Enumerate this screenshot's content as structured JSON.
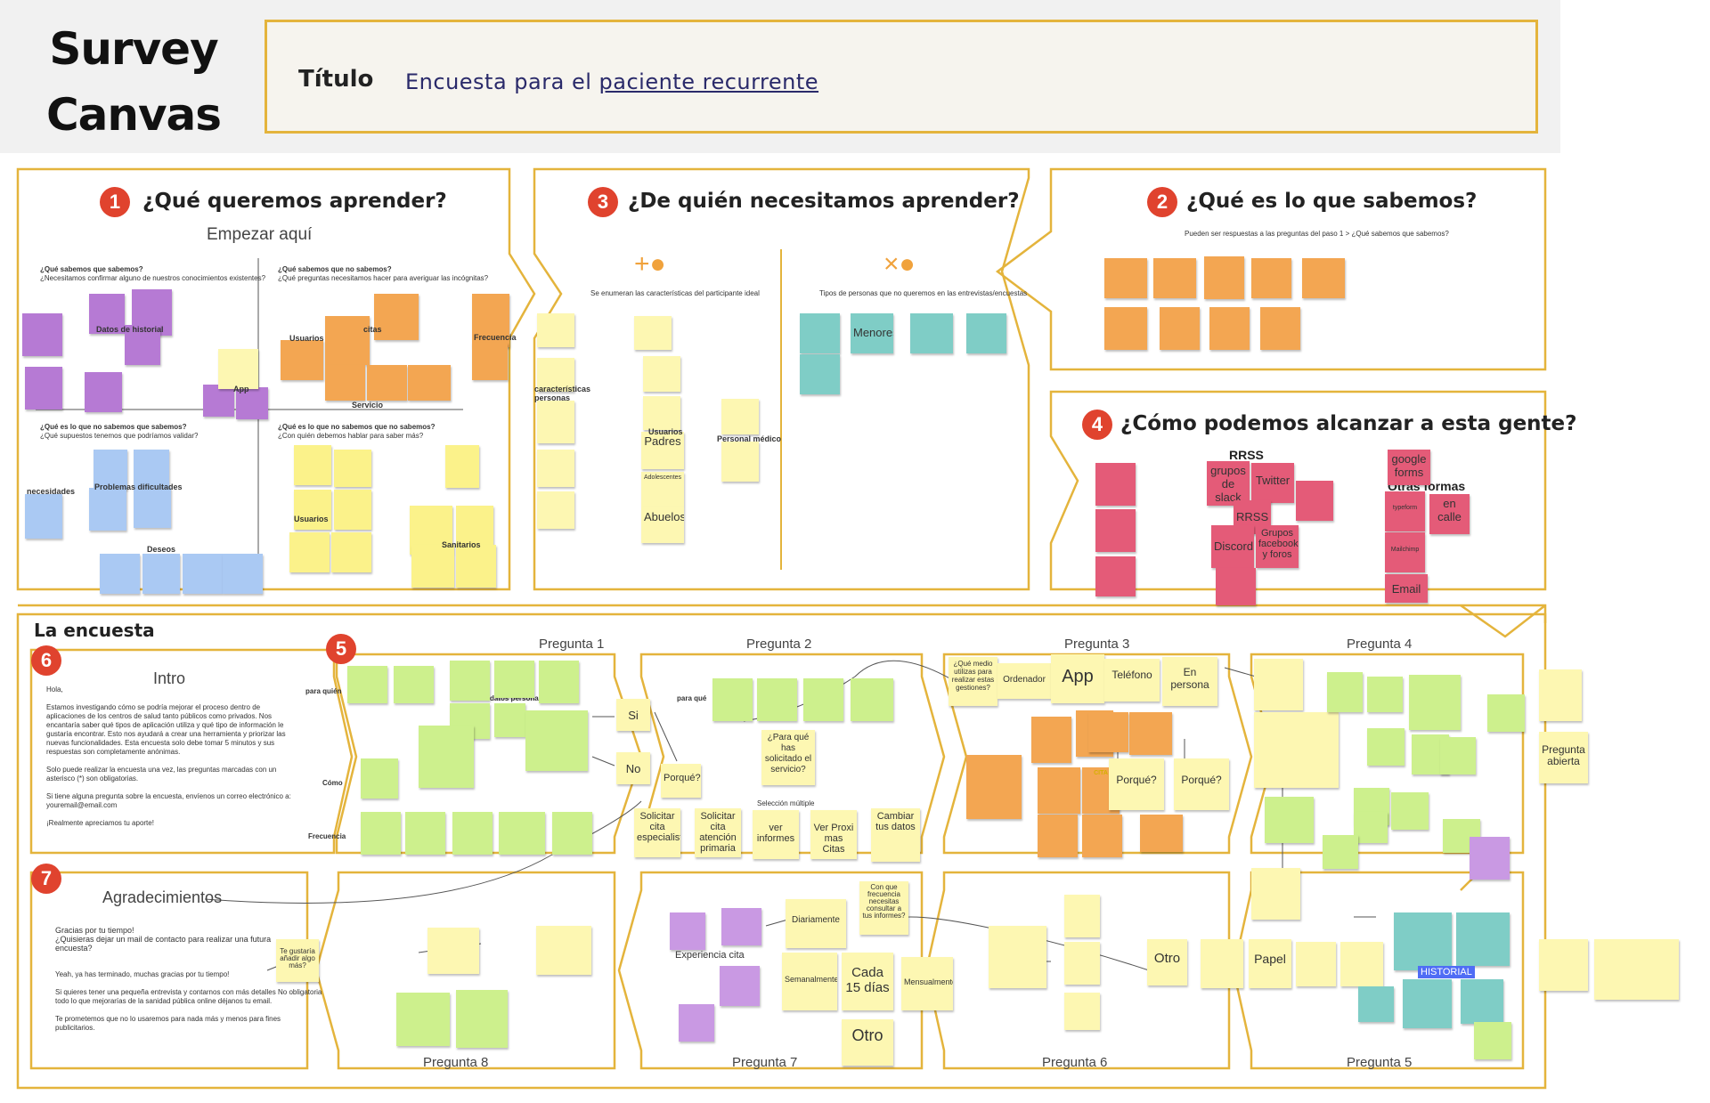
{
  "app": {
    "title_line1": "Survey",
    "title_line2": "Canvas"
  },
  "header": {
    "title_label": "Título",
    "title_prefix": "Encuesta para el ",
    "title_link": "paciente recurrente"
  },
  "sections": {
    "s1": {
      "number": "1",
      "title": "¿Qué queremos aprender?",
      "subtitle": "Empezar aquí",
      "q_known_known": "¿Qué sabemos que sabemos?",
      "q_known_known_sub": "¿Necesitamos confirmar alguno de nuestros conocimientos existentes?",
      "q_known_unknown": "¿Qué sabemos que no sabemos?",
      "q_known_unknown_sub": "¿Qué preguntas necesitamos hacer para averiguar las incógnitas?",
      "q_unknown_known": "¿Qué es lo que no sabemos que sabemos?",
      "q_unknown_known_sub": "¿Qué supuestos tenemos que podríamos validar?",
      "q_unknown_unknown": "¿Qué es lo que no sabemos que no sabemos?",
      "q_unknown_unknown_sub": "¿Con quién debemos hablar para saber más?",
      "labels": {
        "historial": "Datos de historial",
        "app": "App",
        "usuarios": "Usuarios",
        "citas": "citas",
        "servicio": "Servicio",
        "frecuencia": "Frecuencia",
        "necesidades": "necesidades",
        "problemas": "Problemas dificultades",
        "deseos": "Deseos",
        "usuarios2": "Usuarios",
        "sanitarios": "Sanitarios"
      }
    },
    "s2": {
      "number": "2",
      "title": "¿Qué es lo que sabemos?",
      "subtitle": "Pueden ser respuestas a las preguntas del paso 1 > ¿Qué sabemos que sabemos?"
    },
    "s3": {
      "number": "3",
      "title": "¿De quién necesitamos aprender?",
      "include_caption": "Se enumeran las características del participante ideal",
      "exclude_caption": "Tipos de personas que no queremos en las entrevistas/encuestas",
      "labels": {
        "caracteristicas": "características personas",
        "usuarios": "Usuarios",
        "personal_medico": "Personal médico",
        "padres": "Padres",
        "abuelos": "Abuelos",
        "adolescentes": "Adolescentes",
        "menores": "Menores"
      }
    },
    "s4": {
      "number": "4",
      "title": "¿Cómo podemos alcanzar a esta gente?",
      "labels": {
        "rrss": "RRSS",
        "otras_formas": "Otras formas"
      },
      "notes": {
        "twitter": "Twitter",
        "grupos_slack": "grupos de slack",
        "rrss": "RRSS",
        "discord": "Discord",
        "grupos_fb": "Grupos facebook y foros",
        "google_forms": "google forms",
        "en_calle": "en calle",
        "email": "Email",
        "typeform": "typeform",
        "mailchimp": "Mailchimp"
      }
    },
    "survey": {
      "title": "La encuesta",
      "s5": {
        "number": "5"
      },
      "s6": {
        "number": "6",
        "title": "Intro",
        "greeting": "Hola,",
        "p1": "Estamos investigando cómo se podría mejorar el proceso dentro de aplicaciones de los centros de salud tanto públicos como privados. Nos encantaría saber qué tipos de aplicación utiliza y qué tipo de información le gustaría encontrar. Esto nos ayudará a crear una herramienta y priorizar las nuevas funcionalidades. Esta encuesta solo debe tomar 5 minutos y sus respuestas son completamente anónimas.",
        "p2": "Solo puede realizar la encuesta una vez, las preguntas marcadas con un asterisco (*) son obligatorias.",
        "p3": "Si tiene alguna pregunta sobre la encuesta, envíenos un correo electrónico a: youremail@email.com",
        "p4": "¡Realmente apreciamos tu aporte!"
      },
      "s7": {
        "number": "7",
        "title": "Agradecimientos",
        "p1": "Gracias por tu tiempo!",
        "p2": "¿Quisieras dejar un mail de contacto para realizar una futura encuesta?",
        "p3": "Yeah, ya has terminado, muchas gracias por tu tiempo!",
        "p4": "Si quieres tener una pequeña entrevista y contarnos con más detalles todo lo que mejorarías de la sanidad pública online déjanos tu email.",
        "p5": "Te prometemos que no lo usaremos para nada más y menos para fines publicitarios."
      },
      "side_labels": {
        "para_quien": "para quién",
        "como": "Cómo",
        "frecuencia": "Frecuencia",
        "para_que": "para qué",
        "datos_personas": "datos personas",
        "seleccion_multiple": "Selección múltiple",
        "no_obligatoria": "No obligatoria"
      },
      "questions": {
        "q1": "Pregunta 1",
        "q2": "Pregunta 2",
        "q3": "Pregunta 3",
        "q4": "Pregunta 4",
        "q5": "Pregunta 5",
        "q6": "Pregunta 6",
        "q7": "Pregunta 7",
        "q8": "Pregunta 8"
      },
      "notes": {
        "si": "Si",
        "no": "No",
        "porque": "Porqué?",
        "que_has_solicitado": "¿Para qué has solicitado el servicio?",
        "solicitar_cita_esp": "Solicitar cita especialista",
        "solicitar_cita_ap": "Solicitar cita atención primaria",
        "ver_informes": "ver informes",
        "ver_proxi": "Ver Proxi mas Citas",
        "cambiar_datos": "Cambiar tus datos",
        "ordenador": "Ordenador",
        "app": "App",
        "telefono": "Teléfono",
        "en_persona": "En persona",
        "porque2": "Porqué?",
        "porque3": "Porqué?",
        "pregunta_abierta": "Pregunta abierta",
        "que_medio": "¿Qué medio utilizas para realizar estas gestiones?",
        "cita": "CITA",
        "otro": "Otro",
        "papel": "Papel",
        "historial": "HISTORIAL",
        "cada_15": "Cada 15 días",
        "otro2": "Otro",
        "diariamente": "Diariamente",
        "semanalmente": "Semanalmente",
        "mensualmente": "Mensualmente",
        "experiencia_cita": "Experiencia cita",
        "te_gustaria": "Te gustaría añadir algo más?",
        "con_que_freq": "Con que frecuencia necesitas consultar a tus informes?"
      }
    }
  }
}
